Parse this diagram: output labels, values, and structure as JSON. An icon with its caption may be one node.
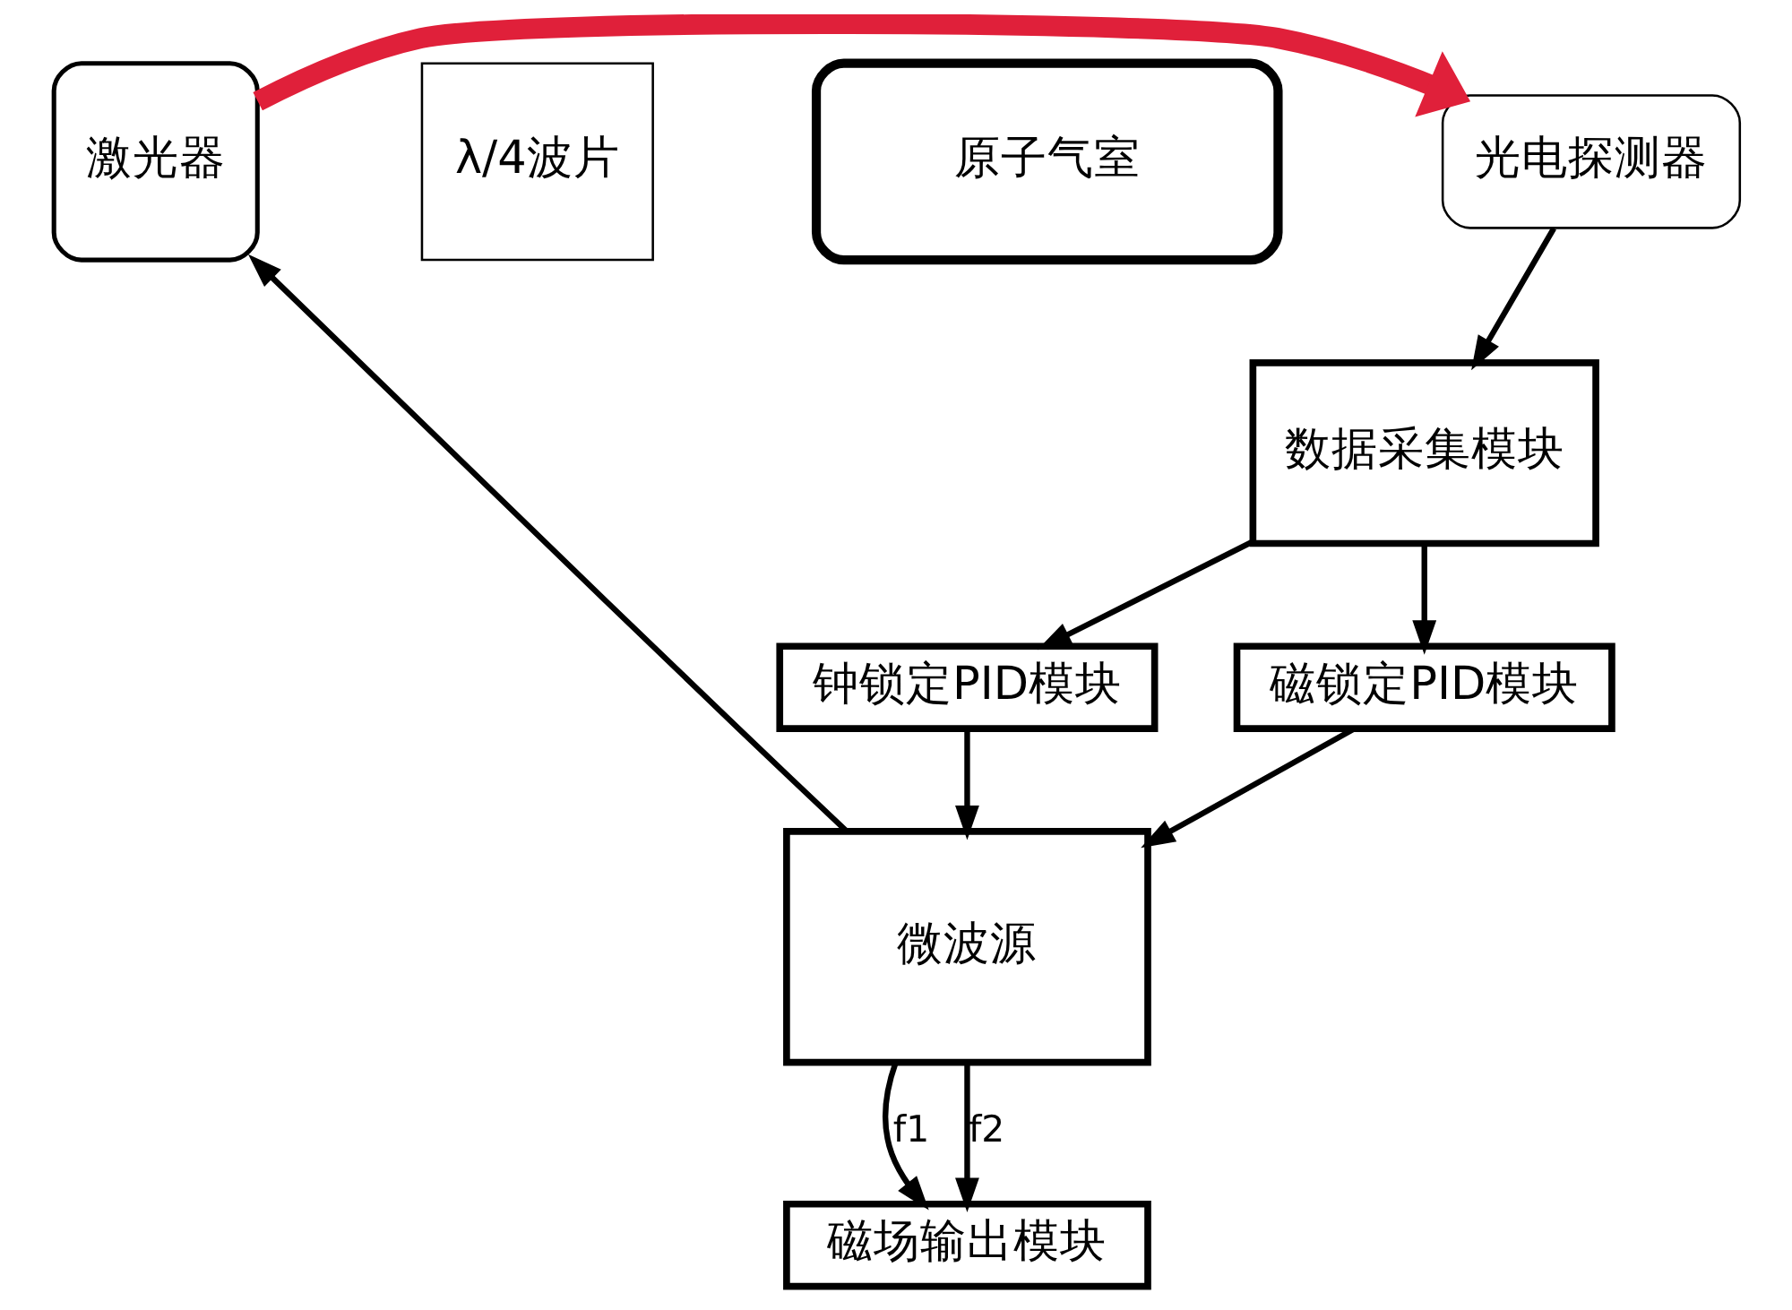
{
  "diagram": {
    "nodes": [
      {
        "text": [
          "激光器"
        ]
      },
      {
        "text": [
          "λ/4波片"
        ]
      },
      {
        "text": [
          "原子气室"
        ]
      },
      {
        "text": [
          "光电探测器"
        ]
      },
      {
        "text": [
          "钟锁定PID模块"
        ]
      },
      {
        "text": [
          "微波源"
        ]
      },
      {
        "text": [
          "数据采集模块"
        ]
      },
      {
        "text": [
          "磁锁定PID模块"
        ]
      },
      {
        "text": [
          "磁场输出模块"
        ]
      }
    ],
    "edges": [
      {
        "from": 0,
        "to": 3,
        "arrow": "to",
        "style": "thick",
        "color": "#e0203a"
      },
      {
        "from": 3,
        "to": 6,
        "arrow": "to"
      },
      {
        "from": 6,
        "to": 4,
        "arrow": "to"
      },
      {
        "from": 6,
        "to": 7,
        "arrow": "to"
      },
      {
        "from": 4,
        "to": 5,
        "arrow": "to"
      },
      {
        "from": 7,
        "to": 5,
        "arrow": "to"
      },
      {
        "from": 5,
        "to": 0,
        "arrow": "to"
      },
      {
        "from": 5,
        "to": 8,
        "arrow": "to",
        "label": "f1"
      },
      {
        "from": 5,
        "to": 8,
        "arrow": "to",
        "label": "f2"
      }
    ]
  }
}
